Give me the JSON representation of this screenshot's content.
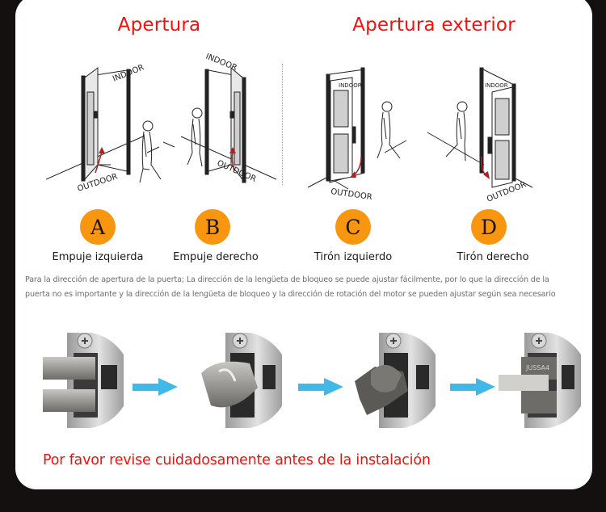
{
  "sections": {
    "inward": {
      "title": "Apertura"
    },
    "outward": {
      "title": "Apertura exterior"
    }
  },
  "illustrations": [
    {
      "id": "A",
      "indoor_label": "INDOOR",
      "outdoor_label": "OUTDOOR",
      "opening": "push-left"
    },
    {
      "id": "B",
      "indoor_label": "INDOOR",
      "outdoor_label": "OUTDOOR",
      "opening": "push-right"
    },
    {
      "id": "C",
      "indoor_label": "INDOOR",
      "outdoor_label": "OUTDOOR",
      "opening": "pull-left"
    },
    {
      "id": "D",
      "indoor_label": "INDOOR",
      "outdoor_label": "OUTDOOR",
      "opening": "pull-right"
    }
  ],
  "badges": [
    {
      "letter": "A",
      "label": "Empuje izquierda"
    },
    {
      "letter": "B",
      "label": "Empuje derecho"
    },
    {
      "letter": "C",
      "label": "Tirón izquierdo"
    },
    {
      "letter": "D",
      "label": "Tirón derecho"
    }
  ],
  "note": {
    "line1": "Para la dirección de apertura de la puerta; La dirección de la lengüeta de bloqueo se puede ajustar fácilmente, por lo que la dirección de la",
    "line2": "puerta no es importante y la dirección de la lengüeta de bloqueo y la dirección de rotación del motor se pueden ajustar según sea necesario"
  },
  "lock_steps": [
    {
      "step": 1,
      "icon": "latch-photo-step-1"
    },
    {
      "step": 2,
      "icon": "latch-photo-step-2"
    },
    {
      "step": 3,
      "icon": "latch-photo-step-3"
    },
    {
      "step": 4,
      "icon": "latch-photo-step-4",
      "engraving": "JUSSA4"
    }
  ],
  "warning": "Por favor revise cuidadosamente antes de la instalación",
  "colors": {
    "title_red": "#f50f0f",
    "badge_orange": "#f8960f",
    "arrow_blue": "#40b8e8",
    "background": "#141010",
    "card": "#ffffff"
  }
}
